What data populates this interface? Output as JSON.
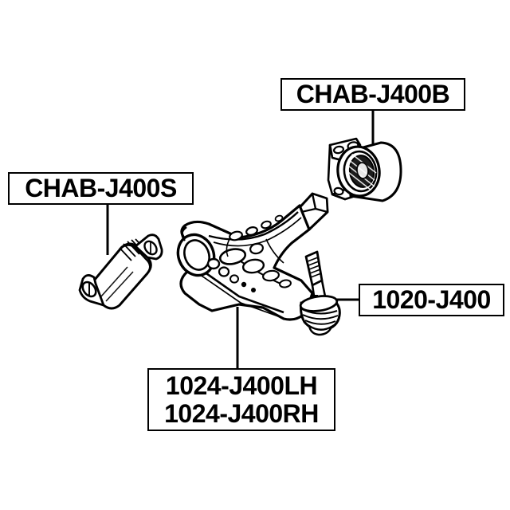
{
  "diagram": {
    "title": "Front Lower Control Arm Assembly Parts Diagram",
    "background_color": "#ffffff",
    "line_color": "#000000",
    "labels": [
      {
        "id": "chab-j400b",
        "name": "rear-bushing-label",
        "lines": [
          "CHAB-J400B"
        ],
        "part_type": "rear control arm bushing"
      },
      {
        "id": "chab-j400s",
        "name": "front-bushing-label",
        "lines": [
          "CHAB-J400S"
        ],
        "part_type": "front control arm bushing"
      },
      {
        "id": "1020-j400",
        "name": "ball-joint-label",
        "lines": [
          "1020-J400"
        ],
        "part_type": "ball joint"
      },
      {
        "id": "1024-j400",
        "name": "control-arm-label",
        "lines": [
          "1024-J400LH",
          "1024-J400RH"
        ],
        "part_type": "control arm left hand and right hand"
      }
    ],
    "parts": [
      {
        "name": "rear-bushing-drawing",
        "label_ref": "chab-j400b"
      },
      {
        "name": "front-bushing-drawing",
        "label_ref": "chab-j400s"
      },
      {
        "name": "ball-joint-drawing",
        "label_ref": "1020-j400"
      },
      {
        "name": "control-arm-drawing",
        "label_ref": "1024-j400"
      }
    ],
    "leader_lines": [
      {
        "name": "leader-line-rear-bushing",
        "from_label": "chab-j400b"
      },
      {
        "name": "leader-line-front-bushing",
        "from_label": "chab-j400s"
      },
      {
        "name": "leader-line-ball-joint",
        "from_label": "1020-j400"
      },
      {
        "name": "leader-line-control-arm",
        "from_label": "1024-j400"
      }
    ]
  }
}
